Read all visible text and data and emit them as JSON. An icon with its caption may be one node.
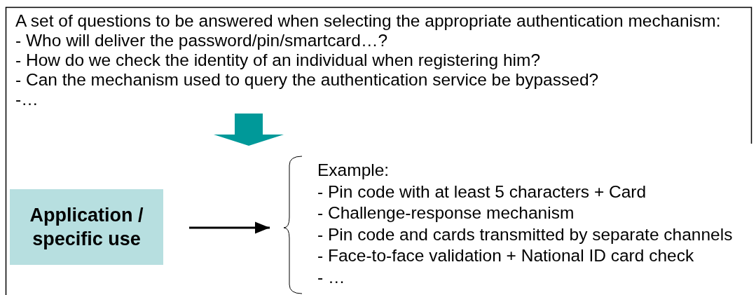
{
  "diagram": {
    "nodes": [
      {
        "text": [
          "A set of questions to be answered when selecting the appropriate authentication mechanism:",
          "- Who will deliver the password/pin/smartcard…?",
          "- How do we check the identity of an individual when registering him?",
          "- Can the mechanism used to query the authentication service be bypassed?",
          "-…"
        ]
      },
      {
        "text": [
          "Application / specific use"
        ]
      },
      {
        "text": [
          "Example:",
          "- Pin code with at least 5 characters + Card",
          "- Challenge-response mechanism",
          "- Pin code and cards transmitted by separate channels",
          "- Face-to-face validation + National ID card check",
          "- …"
        ]
      }
    ],
    "edges": [
      {
        "from": 0,
        "to": null,
        "arrow": "to",
        "style": "thick",
        "color": "#009999"
      },
      {
        "from": 1,
        "to": 2,
        "arrow": "to"
      }
    ]
  }
}
